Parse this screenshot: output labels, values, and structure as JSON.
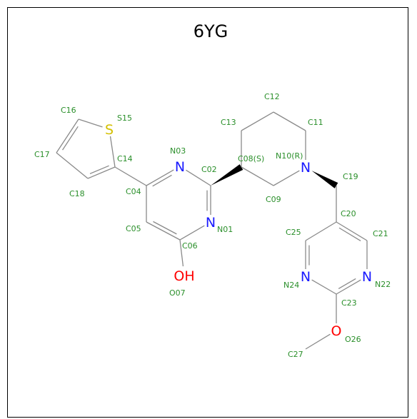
{
  "title": "6YG",
  "colors": {
    "bond": "#8a8a8a",
    "label": "#2a8f2a",
    "nitrogen": "#1a1aff",
    "oxygen": "#ff0000",
    "sulfur": "#d4c000"
  },
  "atoms": [
    {
      "id": "S15",
      "element": "S",
      "symbol": "S",
      "label": "S15"
    },
    {
      "id": "C16",
      "element": "C",
      "symbol": "",
      "label": "C16"
    },
    {
      "id": "C17",
      "element": "C",
      "symbol": "",
      "label": "C17"
    },
    {
      "id": "C18",
      "element": "C",
      "symbol": "",
      "label": "C18"
    },
    {
      "id": "C14",
      "element": "C",
      "symbol": "",
      "label": "C14"
    },
    {
      "id": "C04",
      "element": "C",
      "symbol": "",
      "label": "C04"
    },
    {
      "id": "N03",
      "element": "N",
      "symbol": "N",
      "label": "N03"
    },
    {
      "id": "C02",
      "element": "C",
      "symbol": "",
      "label": "C02"
    },
    {
      "id": "N01",
      "element": "N",
      "symbol": "N",
      "label": "N01"
    },
    {
      "id": "C06",
      "element": "C",
      "symbol": "",
      "label": "C06"
    },
    {
      "id": "C05",
      "element": "C",
      "symbol": "",
      "label": "C05"
    },
    {
      "id": "O07",
      "element": "O",
      "symbol": "OH",
      "label": "O07"
    },
    {
      "id": "C08",
      "element": "C",
      "symbol": "",
      "label": "C08(S)"
    },
    {
      "id": "C13",
      "element": "C",
      "symbol": "",
      "label": "C13"
    },
    {
      "id": "C12",
      "element": "C",
      "symbol": "",
      "label": "C12"
    },
    {
      "id": "C11",
      "element": "C",
      "symbol": "",
      "label": "C11"
    },
    {
      "id": "N10",
      "element": "N",
      "symbol": "N",
      "label": "N10(R)"
    },
    {
      "id": "C09",
      "element": "C",
      "symbol": "",
      "label": "C09"
    },
    {
      "id": "C19",
      "element": "C",
      "symbol": "",
      "label": "C19"
    },
    {
      "id": "C20",
      "element": "C",
      "symbol": "",
      "label": "C20"
    },
    {
      "id": "C21",
      "element": "C",
      "symbol": "",
      "label": "C21"
    },
    {
      "id": "N22",
      "element": "N",
      "symbol": "N",
      "label": "N22"
    },
    {
      "id": "C23",
      "element": "C",
      "symbol": "",
      "label": "C23"
    },
    {
      "id": "N24",
      "element": "N",
      "symbol": "N",
      "label": "N24"
    },
    {
      "id": "C25",
      "element": "C",
      "symbol": "",
      "label": "C25"
    },
    {
      "id": "O26",
      "element": "O",
      "symbol": "O",
      "label": "O26"
    },
    {
      "id": "C27",
      "element": "C",
      "symbol": "",
      "label": "C27"
    }
  ],
  "bonds": [
    {
      "a": "S15",
      "b": "C16",
      "order": 1
    },
    {
      "a": "C16",
      "b": "C17",
      "order": 2
    },
    {
      "a": "C17",
      "b": "C18",
      "order": 1
    },
    {
      "a": "C18",
      "b": "C14",
      "order": 2
    },
    {
      "a": "C14",
      "b": "S15",
      "order": 1
    },
    {
      "a": "C14",
      "b": "C04",
      "order": 1
    },
    {
      "a": "C04",
      "b": "N03",
      "order": 2
    },
    {
      "a": "N03",
      "b": "C02",
      "order": 1
    },
    {
      "a": "C02",
      "b": "N01",
      "order": 2
    },
    {
      "a": "N01",
      "b": "C06",
      "order": 1
    },
    {
      "a": "C06",
      "b": "C05",
      "order": 2
    },
    {
      "a": "C05",
      "b": "C04",
      "order": 1
    },
    {
      "a": "C06",
      "b": "O07",
      "order": 1
    },
    {
      "a": "C02",
      "b": "C08",
      "order": 1,
      "stereo": "wedge"
    },
    {
      "a": "C08",
      "b": "C13",
      "order": 1
    },
    {
      "a": "C13",
      "b": "C12",
      "order": 1
    },
    {
      "a": "C12",
      "b": "C11",
      "order": 1
    },
    {
      "a": "C11",
      "b": "N10",
      "order": 1
    },
    {
      "a": "N10",
      "b": "C09",
      "order": 1
    },
    {
      "a": "C09",
      "b": "C08",
      "order": 1
    },
    {
      "a": "N10",
      "b": "C19",
      "order": 1,
      "stereo": "wedge"
    },
    {
      "a": "C19",
      "b": "C20",
      "order": 1
    },
    {
      "a": "C20",
      "b": "C21",
      "order": 2
    },
    {
      "a": "C21",
      "b": "N22",
      "order": 1
    },
    {
      "a": "N22",
      "b": "C23",
      "order": 2
    },
    {
      "a": "C23",
      "b": "N24",
      "order": 1
    },
    {
      "a": "N24",
      "b": "C25",
      "order": 2
    },
    {
      "a": "C25",
      "b": "C20",
      "order": 1
    },
    {
      "a": "C23",
      "b": "O26",
      "order": 1
    },
    {
      "a": "O26",
      "b": "C27",
      "order": 1
    }
  ]
}
